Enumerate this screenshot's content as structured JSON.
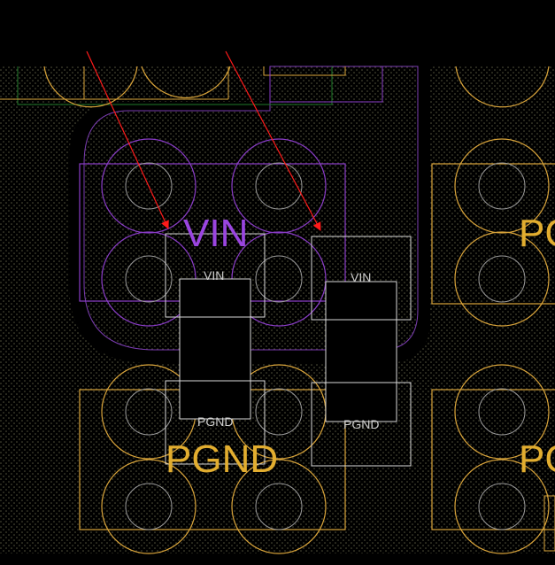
{
  "colors": {
    "background": "#000000",
    "copper": "#d9a43a",
    "copper_dots": "#6a6a55",
    "vin_net": "#8a3cc8",
    "vin_text": "#9a45e0",
    "pgnd_text": "#e2ad2f",
    "pad_outline": "#d8d8d8",
    "arrow": "#ff1a1a",
    "via_drill": "#9a9a9a"
  },
  "labels": {
    "vin_big": "VIN",
    "pgnd_big": "PGND",
    "pgnd_right_top": "PG",
    "pgnd_right_bottom": "PG",
    "pad_vin_1": "VIN",
    "pad_vin_2": "VIN",
    "pad_pgnd_1": "PGND",
    "pad_pgnd_2": "PGND"
  },
  "annotations": {
    "arrow_count": 2
  }
}
